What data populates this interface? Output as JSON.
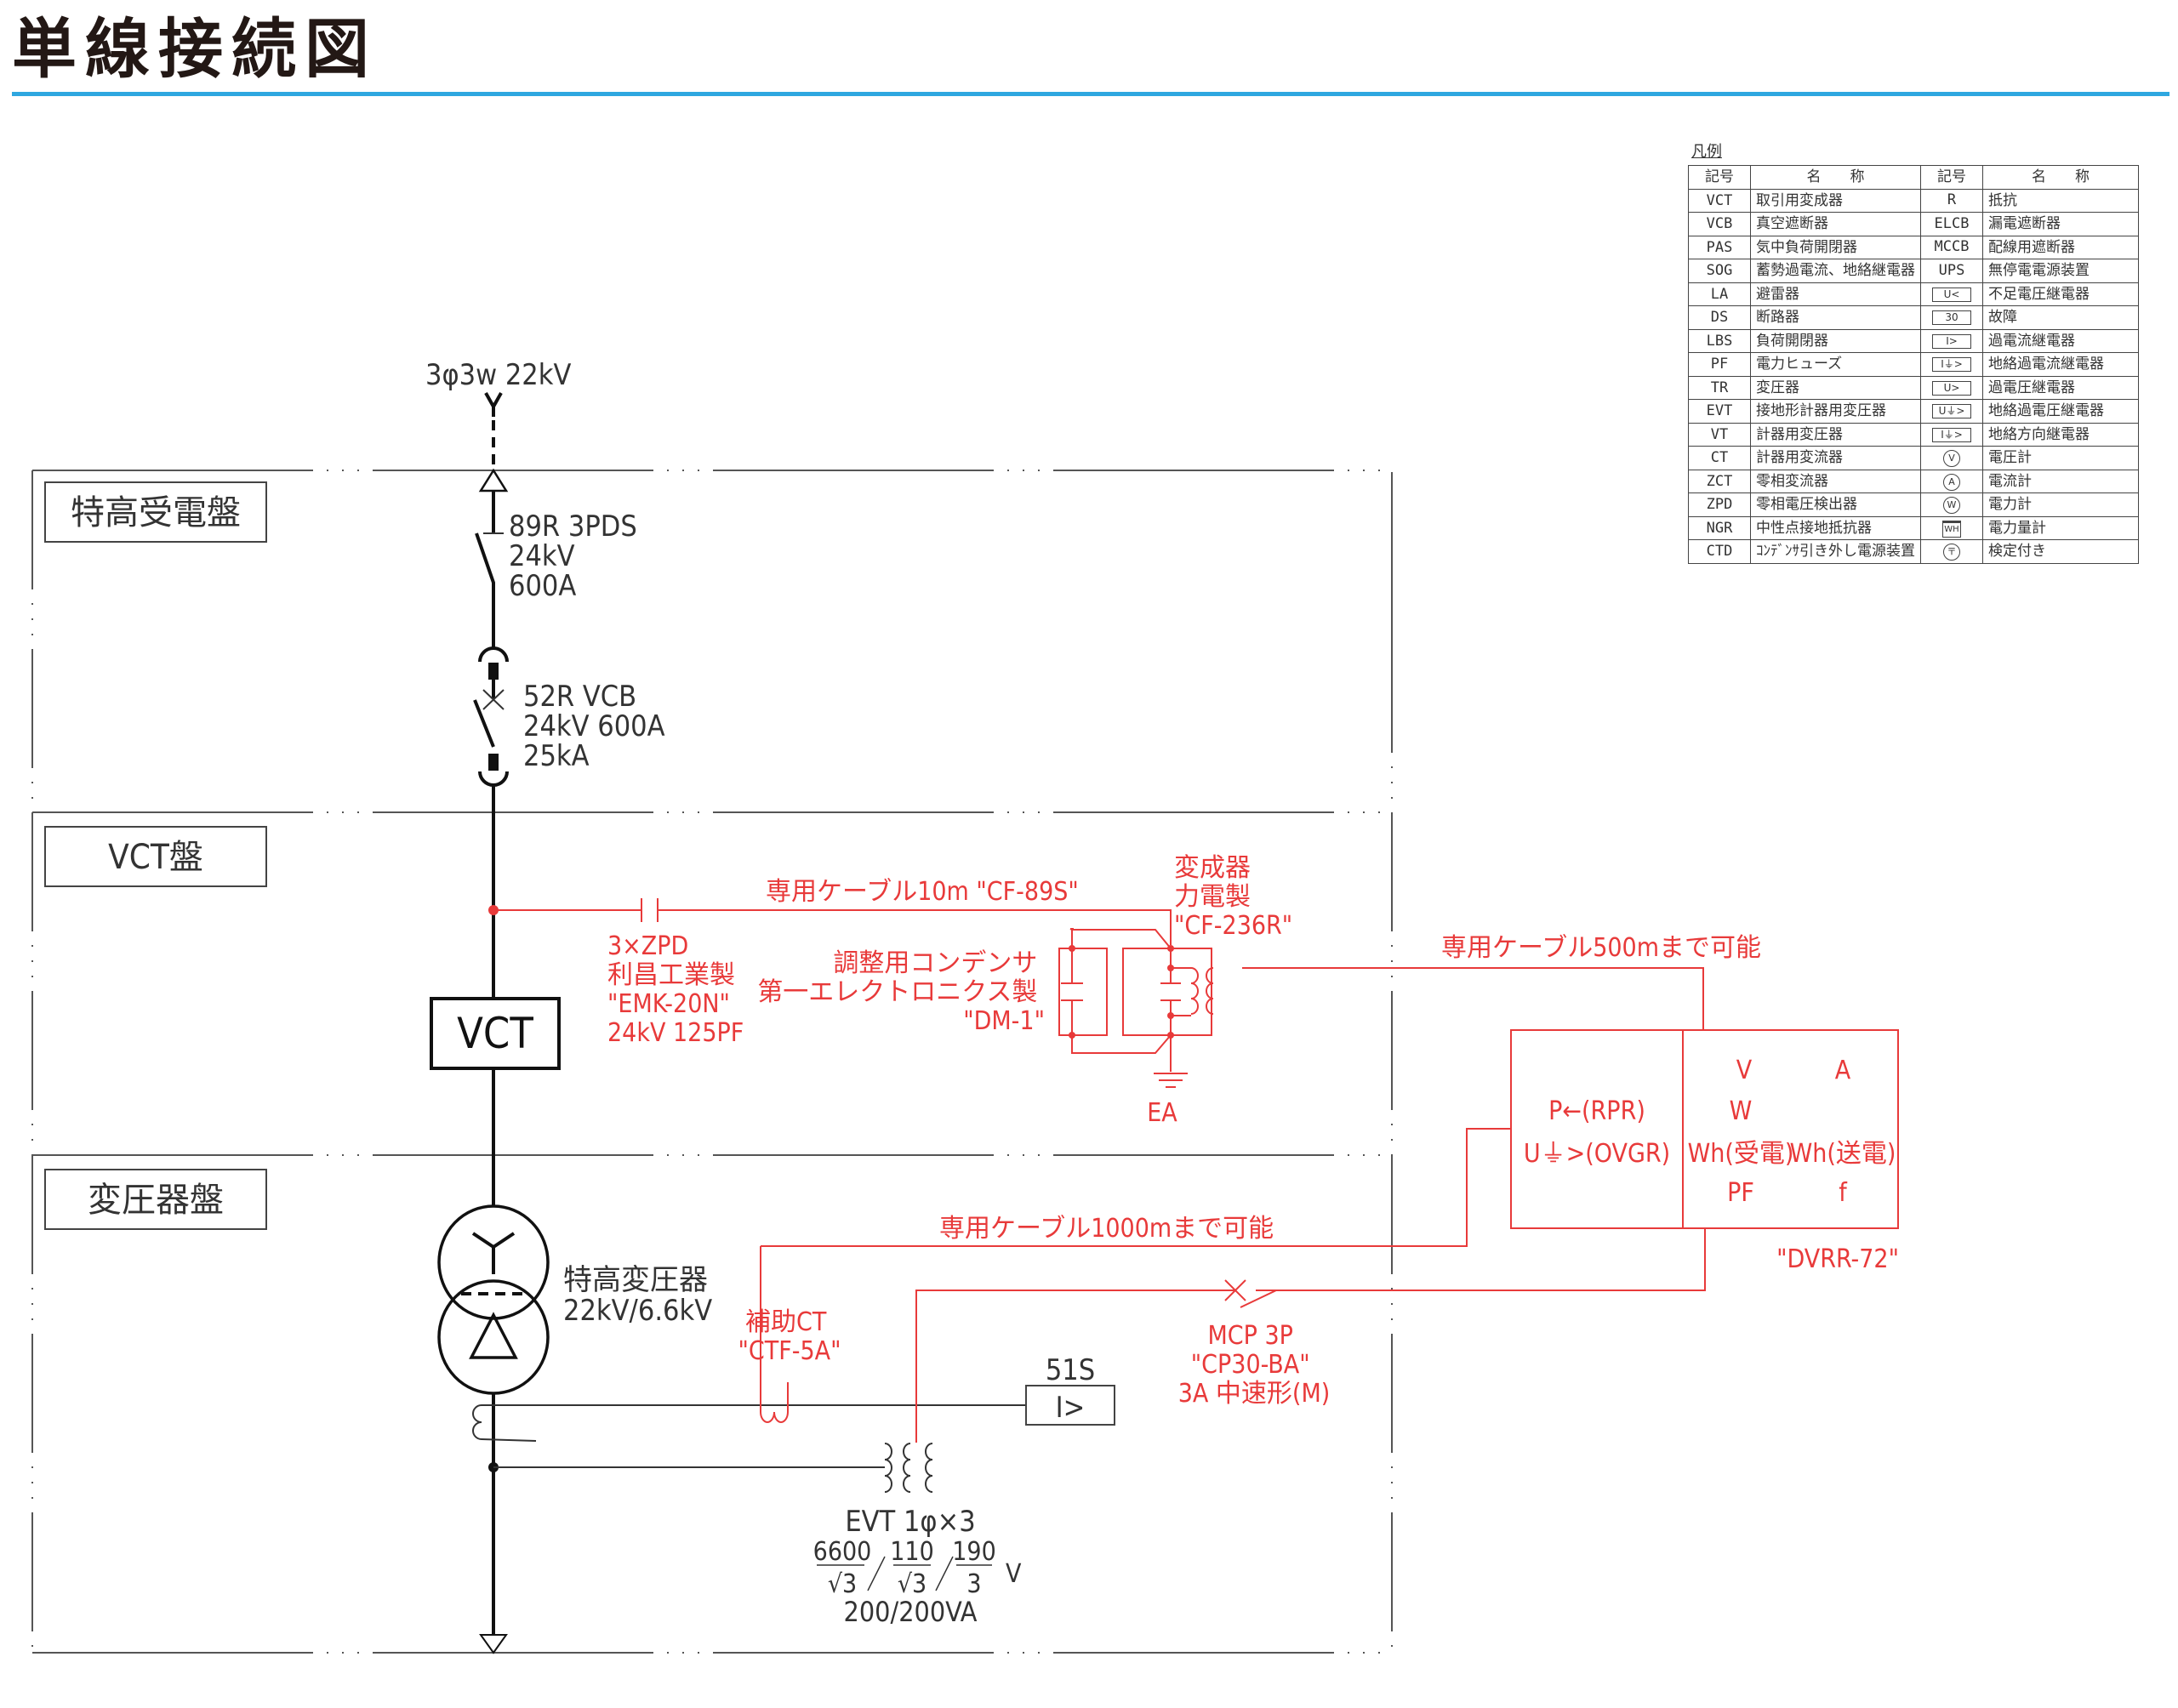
{
  "page_title": "単線接続図",
  "colors": {
    "accent_rule": "#2ea7e0",
    "black_wire": "#111111",
    "red_wire": "#e83a3a",
    "panel_line": "#555555"
  },
  "panels": [
    {
      "label": "特高受電盤"
    },
    {
      "label": "VCT盤"
    },
    {
      "label": "変圧器盤"
    }
  ],
  "source": {
    "label": "3φ3w 22kV",
    "icon": "antenna-y-icon"
  },
  "equipment": {
    "ds": {
      "lines": [
        "89R 3PDS",
        "24kV",
        "600A"
      ]
    },
    "vcb": {
      "lines": [
        "52R VCB",
        "24kV 600A",
        "25kA"
      ]
    },
    "vct": {
      "label": "VCT"
    },
    "transformer": {
      "lines": [
        "特高変圧器",
        "22kV/6.6kV"
      ]
    },
    "relay_51s": {
      "tag": "51S",
      "symbol": "I>"
    },
    "evt": {
      "title": "EVT 1φ×3",
      "ratio": {
        "primary_num": "6600",
        "primary_den": "√3",
        "secondary_num": "110",
        "secondary_den": "√3",
        "tertiary_num": "190",
        "tertiary_den": "3",
        "unit": "V"
      },
      "capacity": "200/200VA"
    }
  },
  "red_annotations": {
    "zpd": [
      "3×ZPD",
      "利昌工業製",
      "\"EMK-20N\"",
      "24kV 125PF"
    ],
    "cable_10m": "専用ケーブル10m \"CF-89S\"",
    "transformer_unit": [
      "変成器",
      "力電製",
      "\"CF-236R\""
    ],
    "adj_capacitor": [
      "調整用コンデンサ",
      "第一エレクトロニクス製",
      "\"DM-1\""
    ],
    "earth": "EA",
    "cable_500m": "専用ケーブル500mまで可能",
    "cable_1000m": "専用ケーブル1000mまで可能",
    "aux_ct": [
      "補助CT",
      "\"CTF-5A\""
    ],
    "mcp": [
      "MCP 3P",
      "\"CP30-BA\"",
      "3A 中速形(M)"
    ],
    "relay_unit": {
      "model": "\"DVRR-72\"",
      "protection": [
        "P←(RPR)",
        "U⏚>(OVGR)"
      ],
      "meters": [
        [
          "V",
          "A"
        ],
        [
          "W",
          ""
        ],
        [
          "Wh(受電)",
          "Wh(送電)"
        ],
        [
          "PF",
          "f"
        ]
      ]
    }
  },
  "legend": {
    "caption": "凡例",
    "headers": [
      "記号",
      "名　　称",
      "記号",
      "名　　称"
    ],
    "rows": [
      {
        "sym": "VCT",
        "name": "取引用変成器",
        "sym2": "R",
        "sym2_type": "text",
        "name2": "抵抗"
      },
      {
        "sym": "VCB",
        "name": "真空遮断器",
        "sym2": "ELCB",
        "sym2_type": "text",
        "name2": "漏電遮断器"
      },
      {
        "sym": "PAS",
        "name": "気中負荷開閉器",
        "sym2": "MCCB",
        "sym2_type": "text",
        "name2": "配線用遮断器"
      },
      {
        "sym": "SOG",
        "name": "蓄勢過電流、地絡継電器",
        "sym2": "UPS",
        "sym2_type": "text",
        "name2": "無停電電源装置"
      },
      {
        "sym": "LA",
        "name": "避雷器",
        "sym2": "U<",
        "sym2_type": "box",
        "name2": "不足電圧継電器"
      },
      {
        "sym": "DS",
        "name": "断路器",
        "sym2": "30",
        "sym2_type": "box",
        "name2": "故障"
      },
      {
        "sym": "LBS",
        "name": "負荷開閉器",
        "sym2": "I>",
        "sym2_type": "box",
        "name2": "過電流継電器"
      },
      {
        "sym": "PF",
        "name": "電力ヒューズ",
        "sym2": "I⏚>",
        "sym2_type": "box",
        "name2": "地絡過電流継電器"
      },
      {
        "sym": "TR",
        "name": "変圧器",
        "sym2": "U>",
        "sym2_type": "box",
        "name2": "過電圧継電器"
      },
      {
        "sym": "EVT",
        "name": "接地形計器用変圧器",
        "sym2": "U⏚>",
        "sym2_type": "box",
        "name2": "地絡過電圧継電器"
      },
      {
        "sym": "VT",
        "name": "計器用変圧器",
        "sym2": "I⏚>",
        "sym2_type": "box",
        "name2": "地絡方向継電器"
      },
      {
        "sym": "CT",
        "name": "計器用変流器",
        "sym2": "V",
        "sym2_type": "circle",
        "name2": "電圧計"
      },
      {
        "sym": "ZCT",
        "name": "零相変流器",
        "sym2": "A",
        "sym2_type": "circle",
        "name2": "電流計"
      },
      {
        "sym": "ZPD",
        "name": "零相電圧検出器",
        "sym2": "W",
        "sym2_type": "circle",
        "name2": "電力計"
      },
      {
        "sym": "NGR",
        "name": "中性点接地抵抗器",
        "sym2": "WH",
        "sym2_type": "wh",
        "name2": "電力量計"
      },
      {
        "sym": "CTD",
        "name": "ｺﾝﾃﾞﾝｻ引き外し電源装置",
        "sym2": "〒",
        "sym2_type": "circle",
        "name2": "検定付き"
      }
    ]
  }
}
